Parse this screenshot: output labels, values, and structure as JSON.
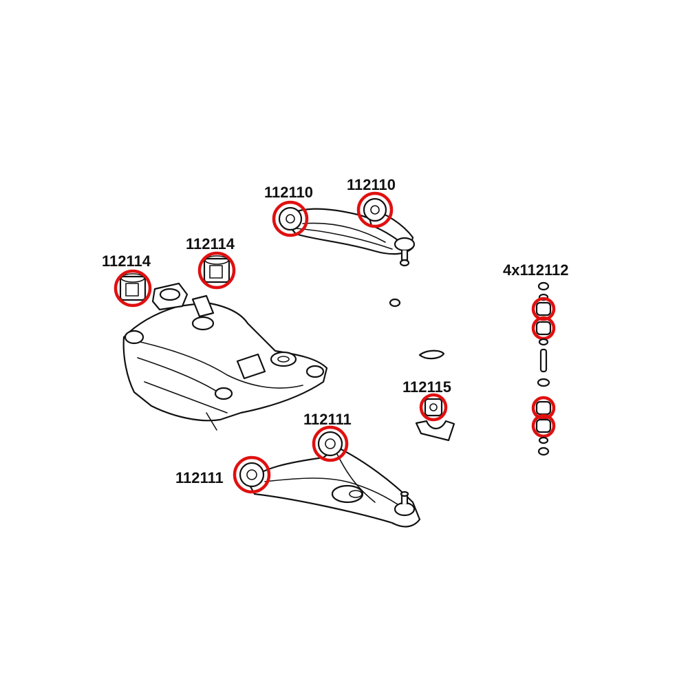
{
  "colors": {
    "highlight": "#e01010",
    "ink": "#111111",
    "bushing_fill": "#f4eed8",
    "background": "#ffffff"
  },
  "labels": {
    "upper_arm_left": "112110",
    "upper_arm_right": "112110",
    "subframe_left": "112114",
    "subframe_right": "112114",
    "end_link": "4x112112",
    "sway_bar": "112115",
    "lower_arm_rear": "112111",
    "lower_arm_front": "112111"
  }
}
